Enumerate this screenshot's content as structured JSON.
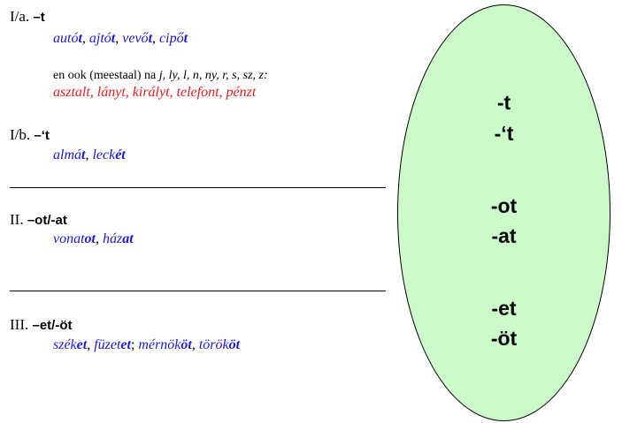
{
  "section1a": {
    "label": "I/a.",
    "suffix": "–t",
    "examples": [
      {
        "stem": "autó",
        "end": "t",
        "sep": ", "
      },
      {
        "stem": "ajtó",
        "end": "t",
        "sep": ", "
      },
      {
        "stem": "vevő",
        "end": "t",
        "sep": ", "
      },
      {
        "stem": "cipő",
        "end": "t",
        "sep": ""
      }
    ],
    "note_prefix": "en ook (meestaal) na ",
    "note_letters": "j, ly, l, n, ny, r, s, sz, z:",
    "red_examples": "asztalt, lányt, királyt, telefont, pénzt"
  },
  "section1b": {
    "label": "I/b.",
    "suffix": "–‘t",
    "examples": [
      {
        "stem": "almá",
        "end": "t",
        "sep": ", "
      },
      {
        "stem": "leck",
        "end": "ét",
        "sep": ""
      }
    ]
  },
  "section2": {
    "label": "II.",
    "suffix": "–ot/-at",
    "examples": [
      {
        "stem": "vonat",
        "end": "ot",
        "sep": ", "
      },
      {
        "stem": "ház",
        "end": "at",
        "sep": ""
      }
    ]
  },
  "section3": {
    "label": "III.",
    "suffix": "–et/-öt",
    "examples": [
      {
        "stem": "szék",
        "end": "et",
        "sep": ", "
      },
      {
        "stem": "füzet",
        "end": "et",
        "sep": "; "
      },
      {
        "stem": "mérnök",
        "end": "öt",
        "sep": ", "
      },
      {
        "stem": "török",
        "end": "öt",
        "sep": ""
      }
    ]
  },
  "oval": {
    "fill_color": "#ccfacb",
    "suffixes": [
      "-t",
      "-‘t",
      "-ot",
      "-at",
      "-et",
      "-öt"
    ]
  },
  "colors": {
    "blue": "#1a1adb",
    "red": "#e81c1c"
  }
}
